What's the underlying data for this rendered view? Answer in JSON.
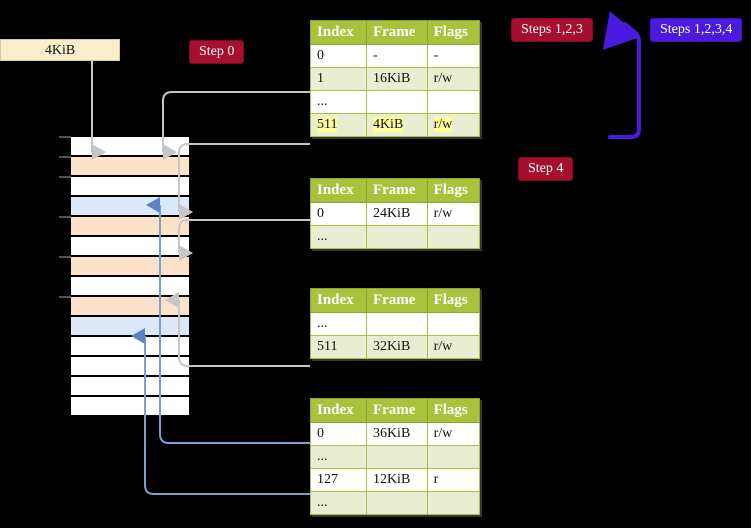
{
  "labels": {
    "memory_block": "4KiB",
    "step0": "Step 0",
    "step4": "Step 4",
    "steps123": "Steps 1,2,3",
    "steps1234": "Steps 1,2,3,4"
  },
  "colors": {
    "badge_red": "#a70f2e",
    "badge_blue": "#4b1ae0",
    "table_header": "#a9c23c",
    "table_alt_row": "#e9eed3",
    "highlight": "#ffff99",
    "memory_box": "#fbeecb",
    "row_orange": "#fde2ca",
    "row_blue": "#dbe8f8",
    "wire_gray": "#bdbdbd",
    "wire_blue": "#7c9fd0"
  },
  "tables": [
    {
      "id": "level4-table",
      "columns": [
        "Index",
        "Frame",
        "Flags"
      ],
      "rows": [
        {
          "cells": [
            "0",
            "-",
            "-"
          ],
          "alt": false,
          "highlight": false
        },
        {
          "cells": [
            "1",
            "16KiB",
            "r/w"
          ],
          "alt": true,
          "highlight": false
        },
        {
          "cells": [
            "...",
            "",
            ""
          ],
          "alt": false,
          "highlight": false
        },
        {
          "cells": [
            "511",
            "4KiB",
            "r/w"
          ],
          "alt": true,
          "highlight": true
        }
      ]
    },
    {
      "id": "level3-table",
      "columns": [
        "Index",
        "Frame",
        "Flags"
      ],
      "rows": [
        {
          "cells": [
            "0",
            "24KiB",
            "r/w"
          ],
          "alt": false,
          "highlight": false
        },
        {
          "cells": [
            "...",
            "",
            ""
          ],
          "alt": true,
          "highlight": false
        }
      ]
    },
    {
      "id": "level2-table",
      "columns": [
        "Index",
        "Frame",
        "Flags"
      ],
      "rows": [
        {
          "cells": [
            "...",
            "",
            ""
          ],
          "alt": false,
          "highlight": false
        },
        {
          "cells": [
            "511",
            "32KiB",
            "r/w"
          ],
          "alt": true,
          "highlight": false
        }
      ]
    },
    {
      "id": "level1-table",
      "columns": [
        "Index",
        "Frame",
        "Flags"
      ],
      "rows": [
        {
          "cells": [
            "0",
            "36KiB",
            "r/w"
          ],
          "alt": false,
          "highlight": false
        },
        {
          "cells": [
            "...",
            "",
            ""
          ],
          "alt": true,
          "highlight": false
        },
        {
          "cells": [
            "127",
            "12KiB",
            "r"
          ],
          "alt": false,
          "highlight": false
        },
        {
          "cells": [
            "...",
            "",
            ""
          ],
          "alt": true,
          "highlight": false
        }
      ]
    }
  ],
  "memory_column": {
    "frames": [
      {
        "index": 0,
        "fill": "white",
        "tick": true
      },
      {
        "index": 1,
        "fill": "orange",
        "tick": true
      },
      {
        "index": 2,
        "fill": "white",
        "tick": true
      },
      {
        "index": 3,
        "fill": "blue",
        "tick": false
      },
      {
        "index": 4,
        "fill": "orange",
        "tick": true
      },
      {
        "index": 5,
        "fill": "white",
        "tick": false
      },
      {
        "index": 6,
        "fill": "orange",
        "tick": true
      },
      {
        "index": 7,
        "fill": "white",
        "tick": false
      },
      {
        "index": 8,
        "fill": "orange",
        "tick": true
      },
      {
        "index": 9,
        "fill": "blue",
        "tick": false
      },
      {
        "index": 10,
        "fill": "white",
        "tick": false
      },
      {
        "index": 11,
        "fill": "white",
        "tick": false
      },
      {
        "index": 12,
        "fill": "white",
        "tick": false
      },
      {
        "index": 13,
        "fill": "white",
        "tick": false
      }
    ]
  }
}
